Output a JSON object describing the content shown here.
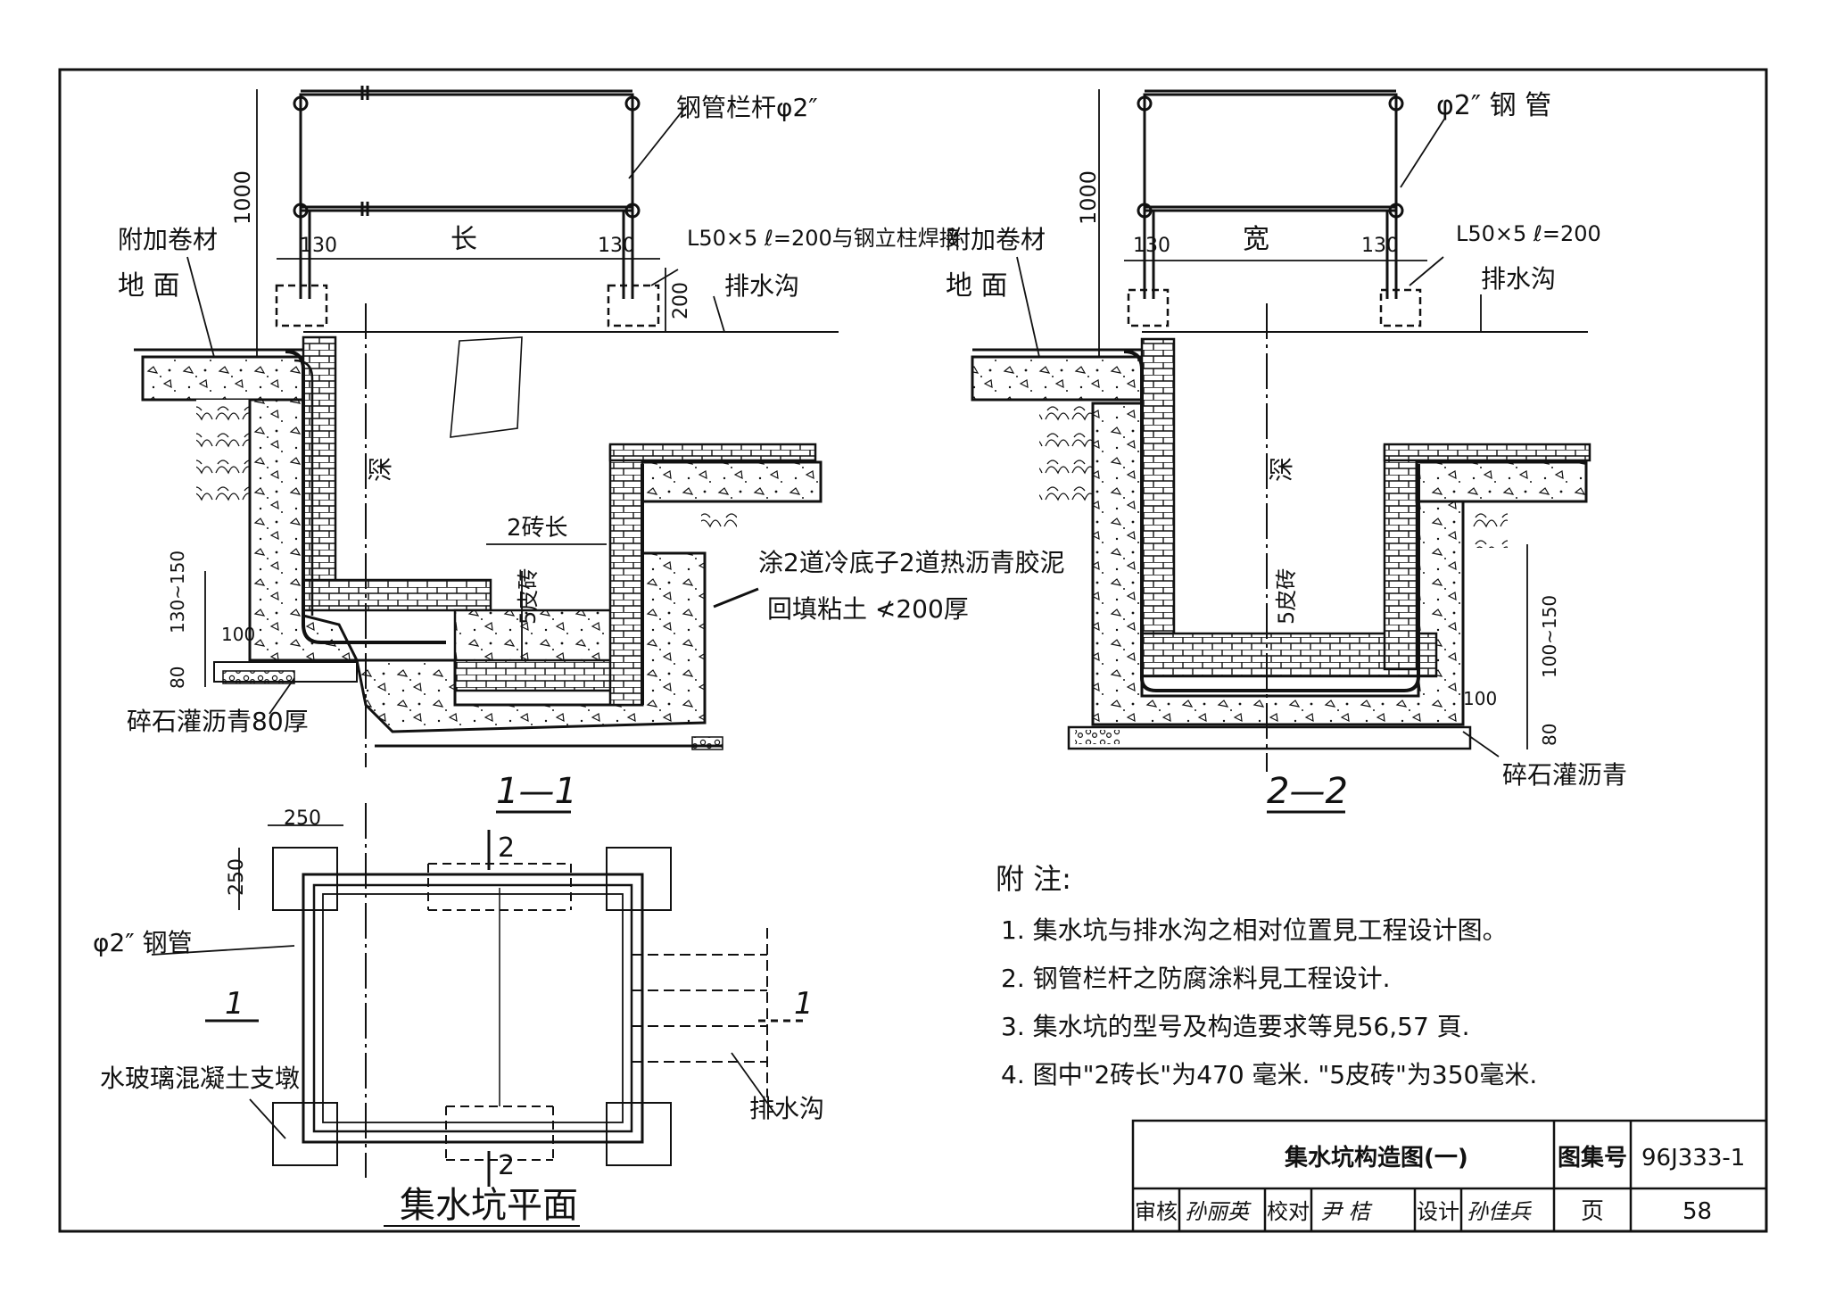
{
  "section1": {
    "title": "1—1",
    "railing": "钢管栏杆φ2″",
    "h1000": "1000",
    "dim_130_left": "130",
    "dim_length": "长",
    "dim_130_right": "130",
    "angle_steel": "L50×5 ℓ=200与钢立柱焊接",
    "extra_membrane": "附加卷材",
    "ground": "地 面",
    "drain": "排水沟",
    "h200": "200",
    "depth": "深",
    "two_brick": "2砖长",
    "five_brick": "5皮砖",
    "coating": "涂2道冷底子2道热沥青胶泥",
    "backfill": "回填粘土 ≮200厚",
    "dim_130_150": "130~150",
    "dim_100": "100",
    "dim_80": "80",
    "gravel": "碎石灌沥青80厚"
  },
  "section2": {
    "title": "2—2",
    "pipe": "φ2″ 钢 管",
    "h1000": "1000",
    "dim_130_left": "130",
    "dim_width": "宽",
    "dim_130_right": "130",
    "angle_steel": "L50×5 ℓ=200",
    "extra_membrane": "附加卷材",
    "ground": "地 面",
    "drain": "排水沟",
    "depth": "深",
    "five_brick": "5皮砖",
    "dim_100_150": "100~150",
    "dim_100": "100",
    "dim_80": "80",
    "gravel": "碎石灌沥青"
  },
  "plan": {
    "title": "集水坑平面",
    "dim_250_h": "250",
    "dim_250_v": "250",
    "pipe": "φ2″ 钢管",
    "mark_1_left": "1",
    "mark_1_right": "1",
    "mark_2_top": "2",
    "mark_2_bottom": "2",
    "support": "水玻璃混凝土支墩",
    "drain": "排水沟"
  },
  "notes": {
    "heading": "附 注:",
    "items": [
      "1. 集水坑与排水沟之相对位置見工程设计图。",
      "2. 钢管栏杆之防腐涂料見工程设计.",
      "3. 集水坑的型号及构造要求等見56,57 頁.",
      "4. 图中\"2砖长\"为470 毫米. \"5皮砖\"为350毫米."
    ]
  },
  "title_block": {
    "drawing_title": "集水坑构造图(一)",
    "atlas_label": "图集号",
    "atlas_no": "96J333-1",
    "review": "审核",
    "reviewer": "孙丽英",
    "check": "校对",
    "checker": "尹 桔",
    "design": "设计",
    "designer": "孙佳兵",
    "page_label": "页",
    "page_no": "58"
  }
}
